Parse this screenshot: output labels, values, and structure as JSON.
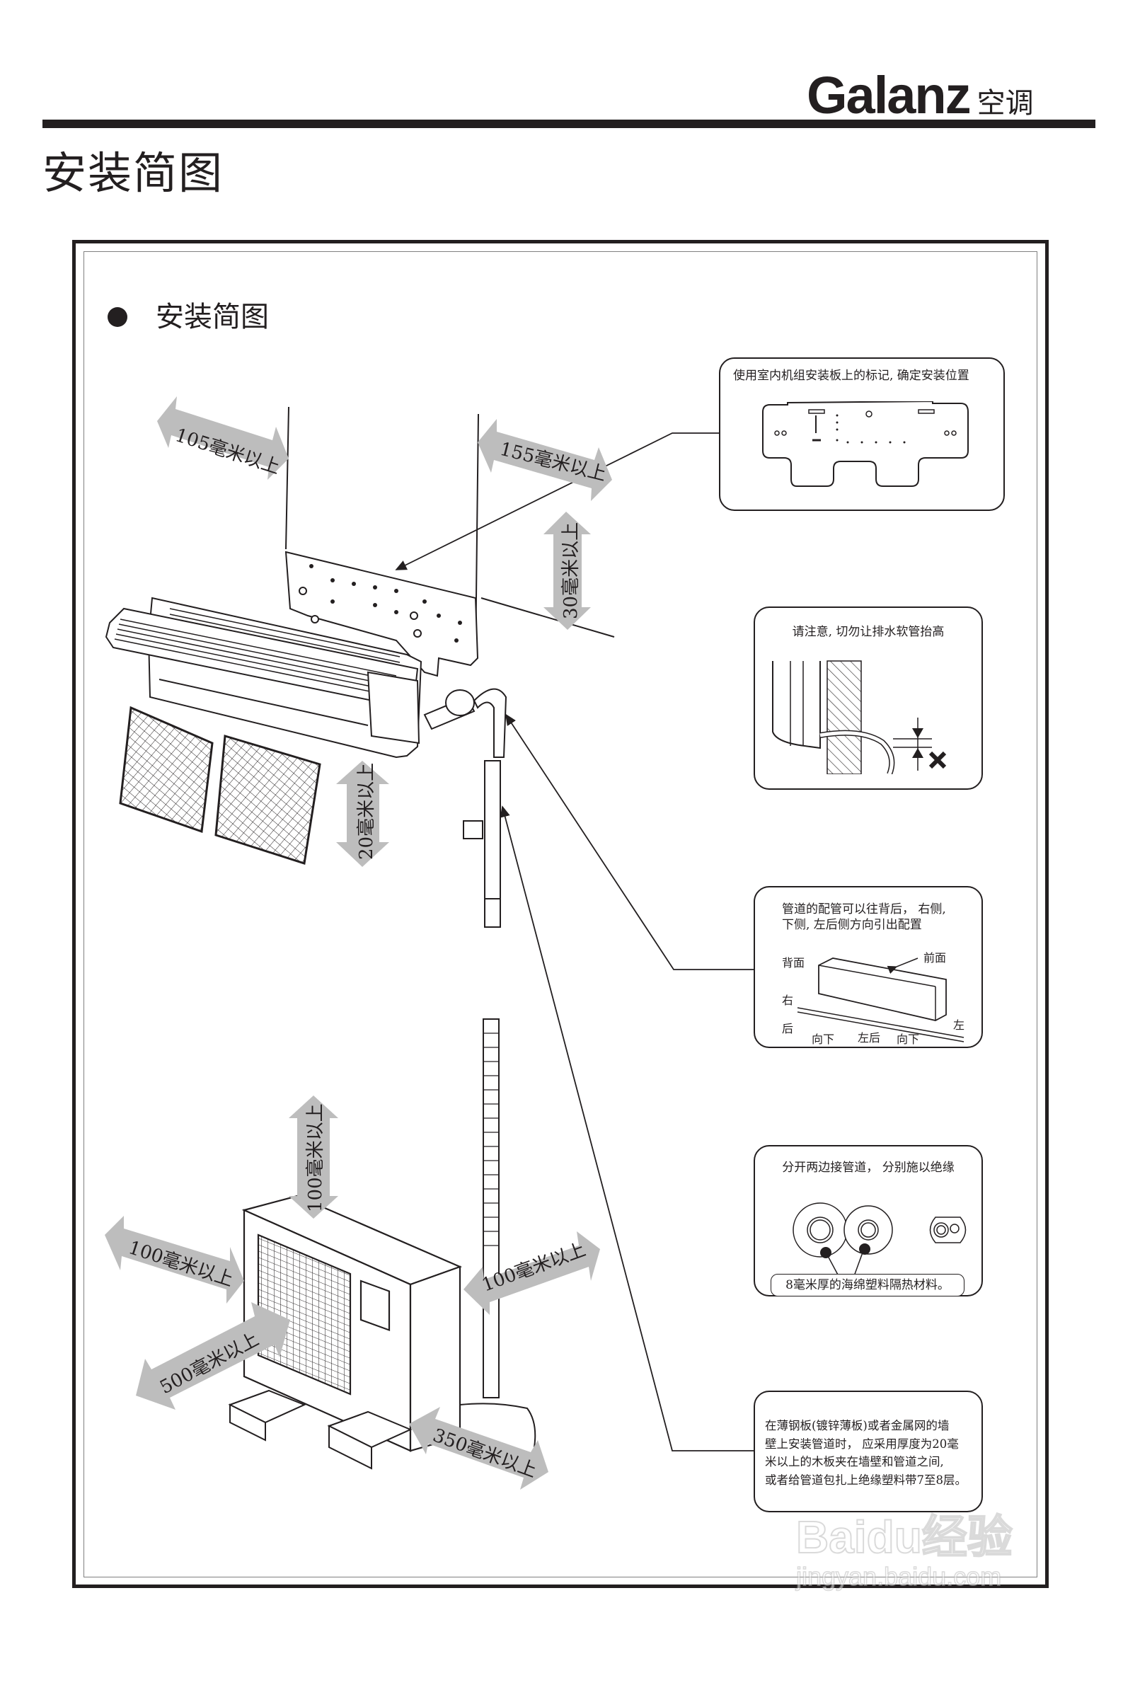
{
  "header": {
    "brand_logo": "Galanz",
    "brand_sub": "空调",
    "page_title": "安装简图"
  },
  "section": {
    "label": "安装简图"
  },
  "dimensions": {
    "indoor_left_clearance": "105毫米以上",
    "indoor_right_clearance": "155毫米以上",
    "indoor_top_clearance": "30毫米以上",
    "indoor_bottom_clearance": "20毫米以上",
    "outdoor_top_clearance": "100毫米以上",
    "outdoor_left_clearance": "100毫米以上",
    "outdoor_right_clearance": "100毫米以上",
    "outdoor_front_clearance": "500毫米以上",
    "outdoor_service_clearance": "350毫米以上"
  },
  "callouts": {
    "mounting_plate": {
      "text": "使用室内机组安装板上的标记, 确定安装位置"
    },
    "drain_hose": {
      "text": "请注意, 切勿让排水软管抬高"
    },
    "piping_direction": {
      "text_line1": "管道的配管可以往背后， 右侧,",
      "text_line2": "下侧, 左后侧方向引出配置",
      "labels": {
        "back": "背面",
        "front": "前面",
        "right": "右",
        "rear": "后",
        "down1": "向下",
        "left_rear": "左后",
        "down2": "向下",
        "left": "左"
      }
    },
    "insulation": {
      "text": "分开两边接管道， 分别施以绝缘",
      "note": "8毫米厚的海绵塑料隔热材料。"
    },
    "metal_wall": {
      "lines": [
        "在薄钢板(镀锌薄板)或者金属网的墙",
        "壁上安装管道时， 应采用厚度为20毫",
        "米以上的木板夹在墙壁和管道之间,",
        "或者给管道包扎上绝缘塑料带7至8层。"
      ]
    }
  },
  "watermark": {
    "brand": "Baidu经验",
    "url": "jingyan.baidu.com"
  }
}
